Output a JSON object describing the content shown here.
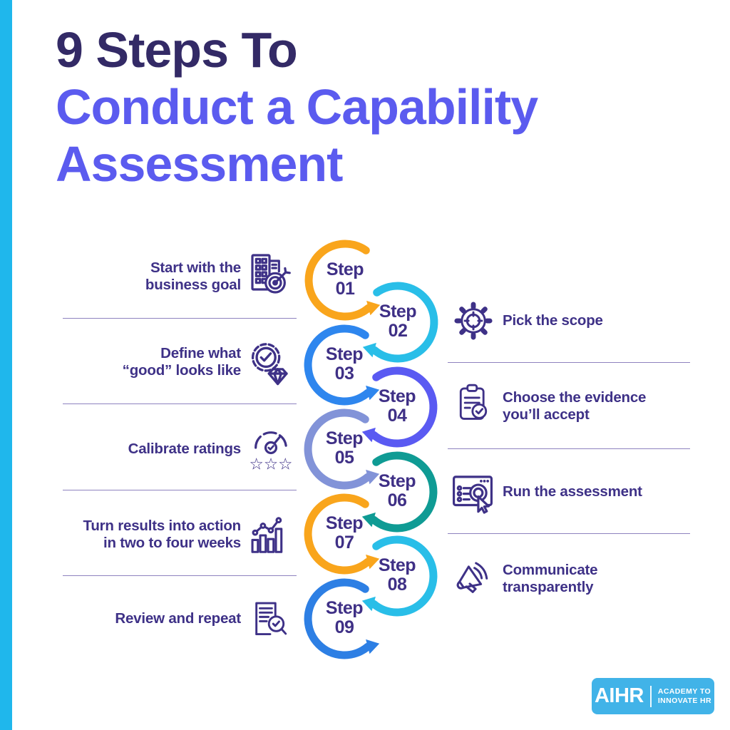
{
  "colors": {
    "stripe": "#1FB7EC",
    "title_dark": "#332A66",
    "title_accent": "#5B5BEF",
    "ink": "#3E3187",
    "step_ink": "#3F3086",
    "divider": "#7A6CB4",
    "logo_bg": "#41B3E8"
  },
  "title": {
    "line1": "9 Steps To",
    "line2": "Conduct a Capability",
    "line3": "Assessment"
  },
  "steps": [
    {
      "word": "Step",
      "num": "01",
      "color": "#F9A51C",
      "side": "left",
      "icon": "building-target-icon",
      "label_lines": [
        "Start with the",
        "business goal"
      ]
    },
    {
      "word": "Step",
      "num": "02",
      "color": "#29BEE8",
      "side": "right",
      "icon": "gear-scope-icon",
      "label_lines": [
        "Pick the scope"
      ]
    },
    {
      "word": "Step",
      "num": "03",
      "color": "#2E86EE",
      "side": "left",
      "icon": "quality-badge-diamond-icon",
      "label_lines": [
        "Define what",
        "“good” looks like"
      ]
    },
    {
      "word": "Step",
      "num": "04",
      "color": "#5A5AF2",
      "side": "right",
      "icon": "clipboard-check-icon",
      "label_lines": [
        "Choose the evidence",
        "you’ll accept"
      ]
    },
    {
      "word": "Step",
      "num": "05",
      "color": "#8293D8",
      "side": "left",
      "icon": "gauge-stars-icon",
      "label_lines": [
        "Calibrate ratings"
      ]
    },
    {
      "word": "Step",
      "num": "06",
      "color": "#0F9B94",
      "side": "right",
      "icon": "browser-click-icon",
      "label_lines": [
        "Run the assessment"
      ]
    },
    {
      "word": "Step",
      "num": "07",
      "color": "#F9A51C",
      "side": "left",
      "icon": "bar-chart-trend-icon",
      "label_lines": [
        "Turn results into action",
        "in two to four weeks"
      ]
    },
    {
      "word": "Step",
      "num": "08",
      "color": "#29BEE8",
      "side": "right",
      "icon": "megaphone-icon",
      "label_lines": [
        "Communicate",
        "transparently"
      ]
    },
    {
      "word": "Step",
      "num": "09",
      "color": "#2D7FE4",
      "side": "left",
      "icon": "document-magnifier-icon",
      "label_lines": [
        "Review and repeat"
      ]
    }
  ],
  "logo": {
    "brand": "AIHR",
    "tagline_line1": "ACADEMY TO",
    "tagline_line2": "INNOVATE HR"
  }
}
